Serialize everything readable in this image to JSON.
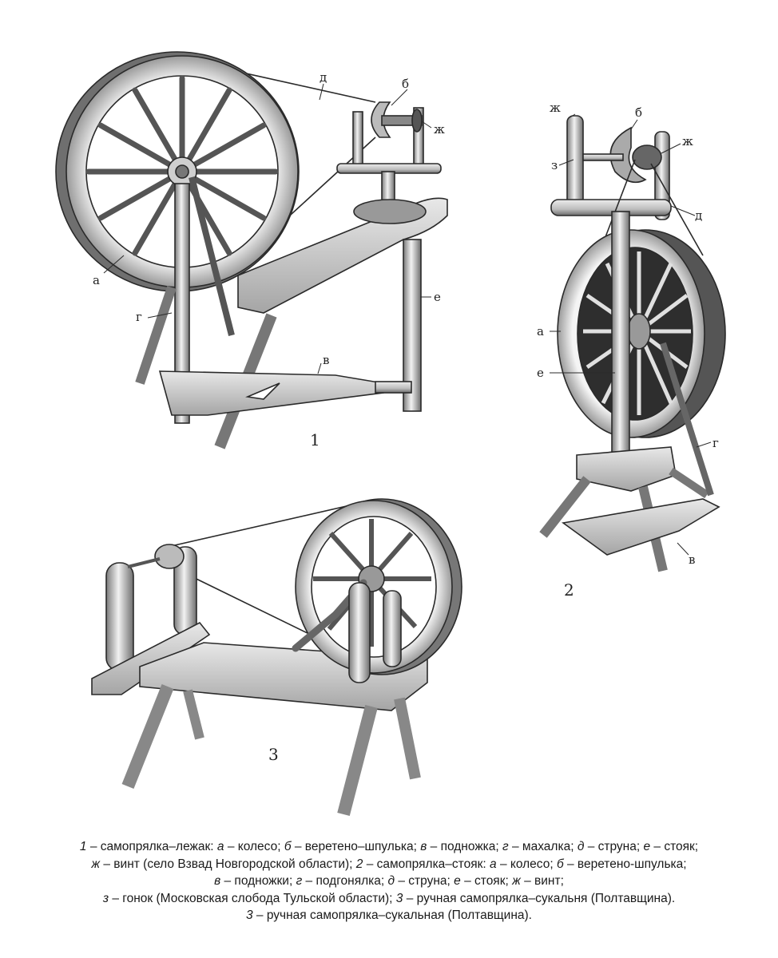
{
  "figures": [
    {
      "number": "1",
      "labels": {
        "a": "а",
        "b": "б",
        "v": "в",
        "g": "г",
        "d": "д",
        "e": "е",
        "zh": "ж"
      }
    },
    {
      "number": "2",
      "labels": {
        "zh_left": "ж",
        "b": "б",
        "zh_right": "ж",
        "z": "з",
        "d": "д",
        "a": "а",
        "e": "е",
        "g": "г",
        "v": "в"
      }
    },
    {
      "number": "3"
    }
  ],
  "caption": {
    "line1": {
      "n": "1",
      "t1": " – самопрялка–лежак: ",
      "a": "а",
      "t2": " – колесо; ",
      "b": "б",
      "t3": " – веретено–шпулька; ",
      "v": "в",
      "t4": " – подножка; ",
      "g": "г",
      "t5": " – махалка; ",
      "d": "д",
      "t6": " – струна; ",
      "e": "е",
      "t7": " – стояк;"
    },
    "line2": {
      "zh": "ж",
      "t1": " – винт (село Взвад Новгородской области); ",
      "n": "2",
      "t2": " – самопрялка–стояк: ",
      "a": "а",
      "t3": " – колесо; ",
      "b": "б",
      "t4": " – веретено-шпулька;"
    },
    "line3": {
      "v": "в",
      "t1": " – подножки; ",
      "g": "г",
      "t2": " – подгонялка; ",
      "d": "д",
      "t3": " – струна; ",
      "e": "е",
      "t4": " – стояк; ",
      "zh": "ж",
      "t5": " – винт;"
    },
    "line4": {
      "z": "з",
      "t1": " – гонок (Московская слобода Тульской области); ",
      "n": "3",
      "t2": " – ручная самопрялка–сукальня (Полтавщина)."
    },
    "line5": {
      "n": "3",
      "t1": " – ручная самопрялка–сукальная (Полтавщина)."
    }
  }
}
